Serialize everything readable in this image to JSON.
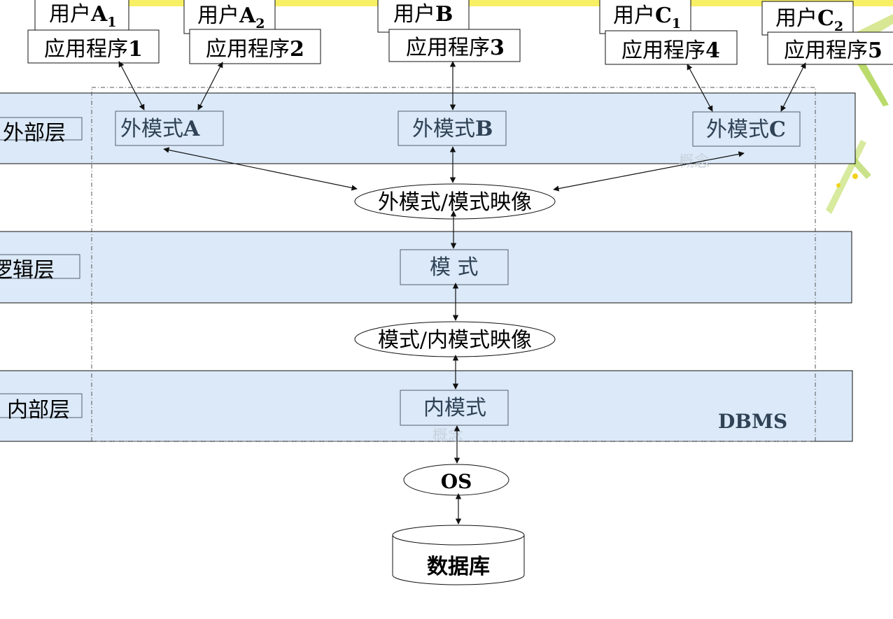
{
  "title": "",
  "colors": {
    "band_fill": "#dbe9f8",
    "box_border": "#111111",
    "inner_text": "#2f4256",
    "accent_green": "#8fbf1a",
    "accent_yellow": "#f4ea30"
  },
  "users": [
    {
      "prefix": "用户",
      "letter": "A",
      "sub": "1"
    },
    {
      "prefix": "用户",
      "letter": "A",
      "sub": "2"
    },
    {
      "prefix": "用户",
      "letter": "B",
      "sub": ""
    },
    {
      "prefix": "用户",
      "letter": "C",
      "sub": "1"
    },
    {
      "prefix": "用户",
      "letter": "C",
      "sub": "2"
    }
  ],
  "apps": [
    {
      "text": "应用程序",
      "num": "1"
    },
    {
      "text": "应用程序",
      "num": "2"
    },
    {
      "text": "应用程序",
      "num": "3"
    },
    {
      "text": "应用程序",
      "num": "4"
    },
    {
      "text": "应用程序",
      "num": "5"
    }
  ],
  "layers": {
    "external": "外部层",
    "logical": "逻辑层",
    "internal": "内部层"
  },
  "external_schemas": [
    {
      "text": "外模式",
      "letter": "A"
    },
    {
      "text": "外模式",
      "letter": "B"
    },
    {
      "text": "外模式",
      "letter": "C"
    }
  ],
  "mappings": {
    "external_to_schema": "外模式/模式映像",
    "schema_to_internal": "模式/内模式映像"
  },
  "schema": "模 式",
  "internal_schema": "内模式",
  "dbms": "DBMS",
  "os": "OS",
  "database": "数据库",
  "watermark": "概念"
}
